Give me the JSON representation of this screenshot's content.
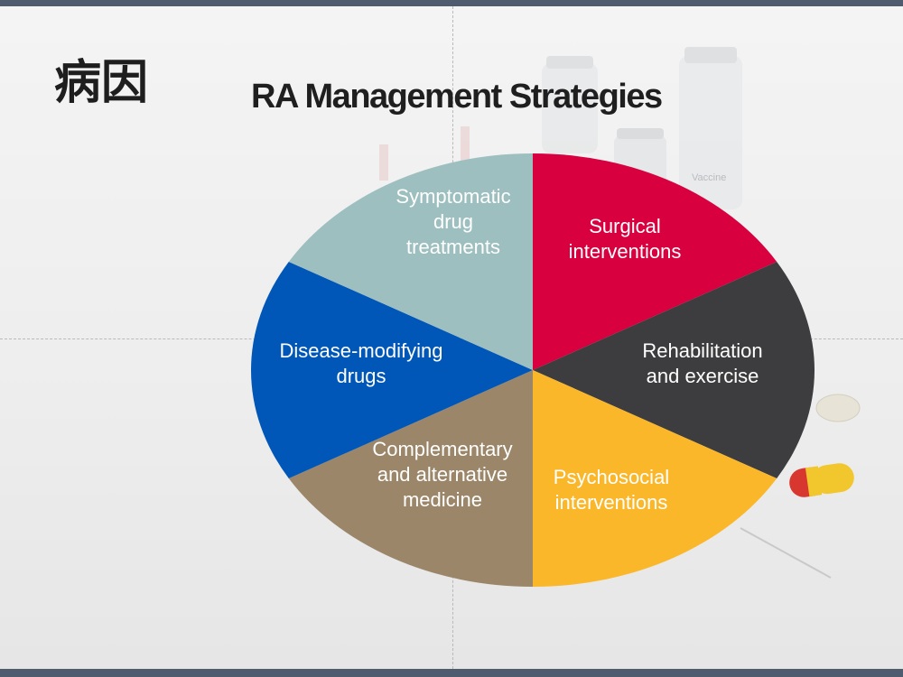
{
  "slide": {
    "heading": "病因",
    "title": "RA Management Strategies"
  },
  "wheel": {
    "segments": [
      {
        "lines": [
          "Symptomatic",
          "drug",
          "treatments"
        ],
        "color": "#d8003f"
      },
      {
        "lines": [
          "Surgical",
          "interventions"
        ],
        "color": "#3d3d3f"
      },
      {
        "lines": [
          "Rehabilitation",
          "and exercise"
        ],
        "color": "#fbb72a"
      },
      {
        "lines": [
          "Psychosocial",
          "interventions"
        ],
        "color": "#9c8669"
      },
      {
        "lines": [
          "Complementary",
          "and alternative",
          "medicine"
        ],
        "color": "#0057b8"
      },
      {
        "lines": [
          "Disease-modifying",
          "drugs"
        ],
        "color": "#9ebfbf"
      }
    ]
  },
  "background": {
    "vial_label": "Vaccine"
  }
}
